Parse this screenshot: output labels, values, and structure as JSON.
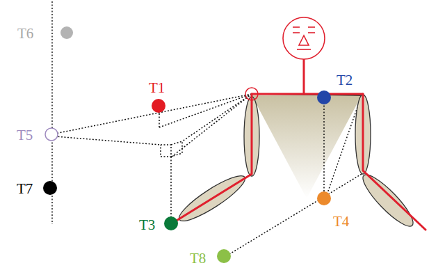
{
  "diagram": {
    "labels": [
      "T6",
      "T1",
      "T2",
      "T5",
      "T7",
      "T3",
      "T4",
      "T8"
    ]
  }
}
